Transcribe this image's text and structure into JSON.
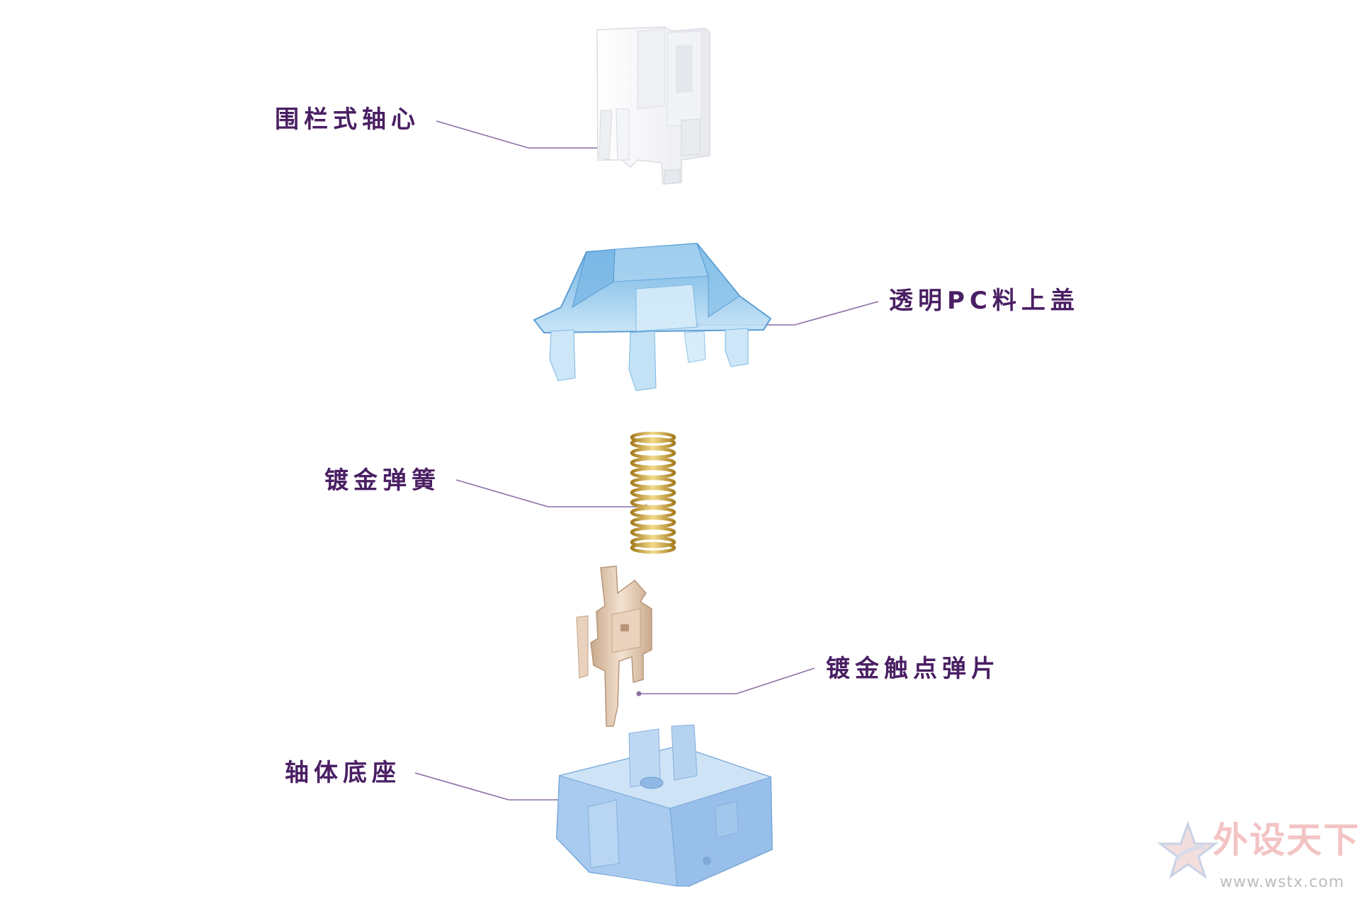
{
  "labels": {
    "stem": "围栏式轴心",
    "housing_top": "透明PC料上盖",
    "spring": "镀金弹簧",
    "contact": "镀金触点弹片",
    "housing_bottom": "轴体底座"
  },
  "watermark": {
    "name": "外设天下",
    "url": "www.wstx.com"
  },
  "colors": {
    "label_text": "#4a1f63",
    "leader_line": "#8a6fa3",
    "stem_white": "#f6f7f9",
    "top_housing_blue": "#8fc3ea",
    "spring_gold": "#d8b655",
    "contact_gold": "#e8cdb4",
    "bottom_housing_blue": "#aacdef"
  },
  "icons": [
    "switch-stem-illustration",
    "top-housing-illustration",
    "spring-illustration",
    "contact-leaf-illustration",
    "bottom-housing-illustration",
    "watermark-star-icon"
  ]
}
